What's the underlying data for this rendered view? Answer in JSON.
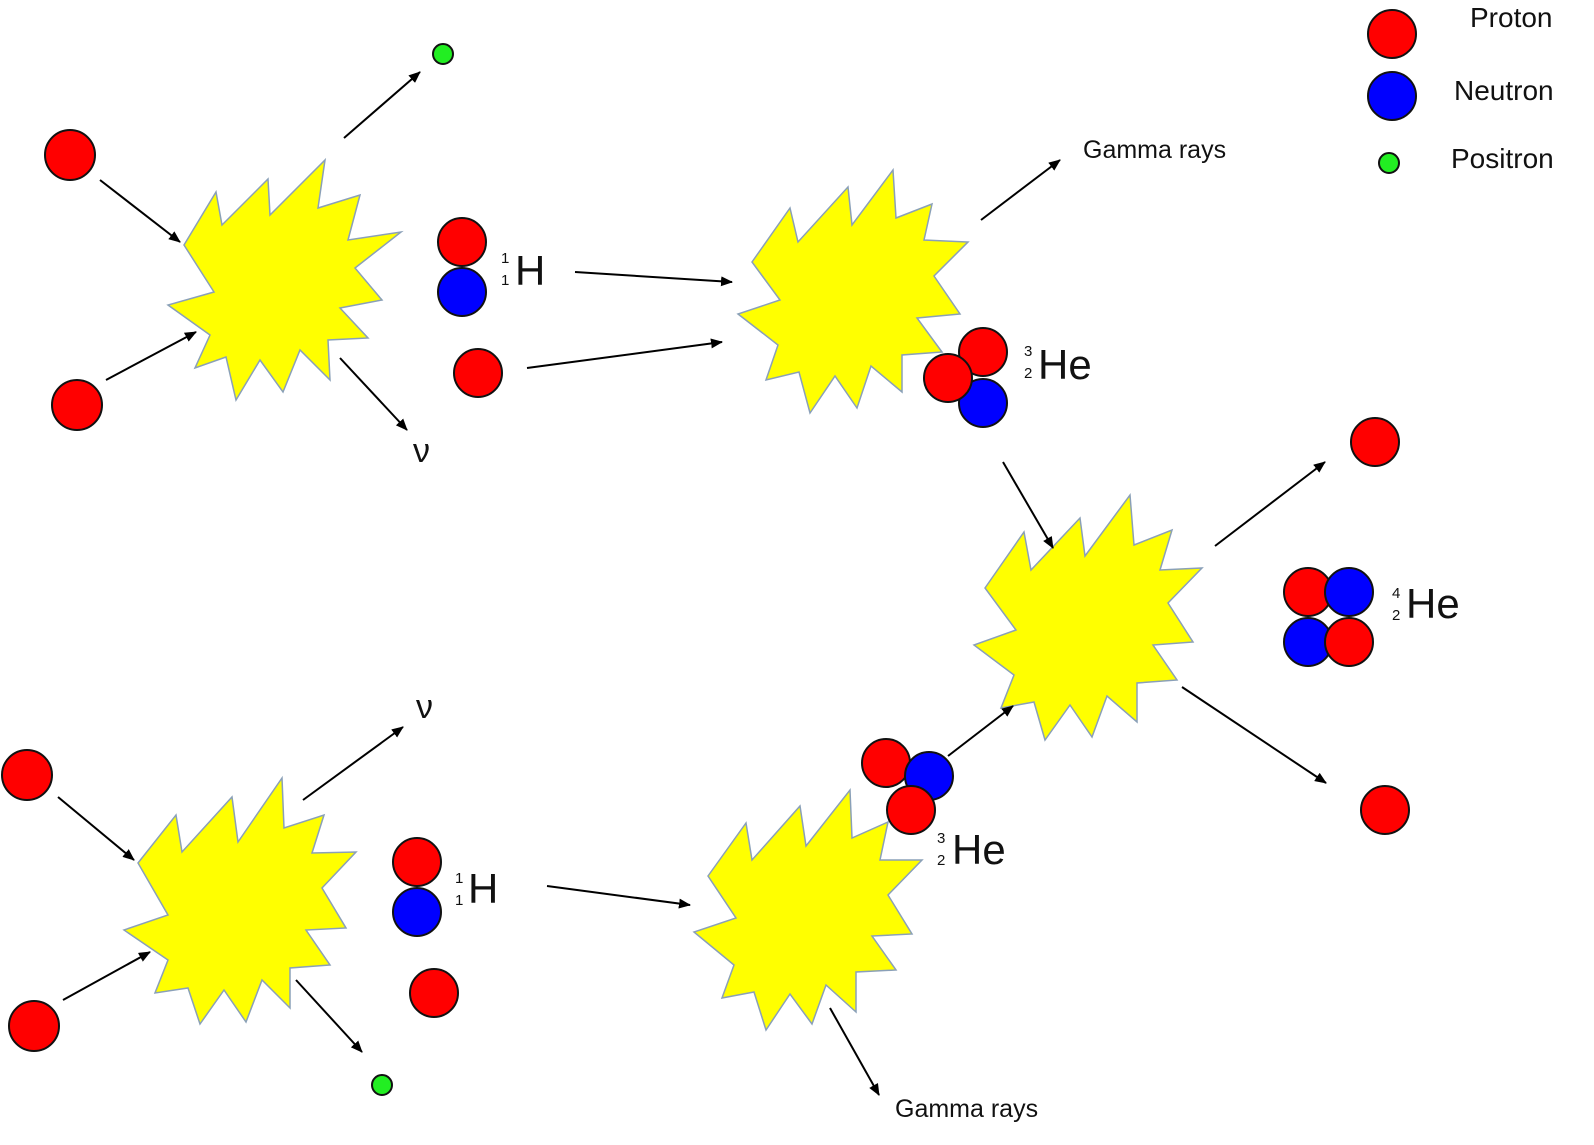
{
  "colors": {
    "proton": "#ff0000",
    "neutron": "#0000ff",
    "positron": "#22ee22",
    "burst": "#ffff00",
    "arrow": "#000000"
  },
  "legend": {
    "proton": "Proton",
    "neutron": "Neutron",
    "positron": "Positron"
  },
  "labels": {
    "gamma_rays": "Gamma rays",
    "neutrino": "ν"
  },
  "nuclides": {
    "hydrogen": {
      "symbol": "H",
      "mass": "1",
      "atomic": "1"
    },
    "helium3": {
      "symbol": "He",
      "mass": "3",
      "atomic": "2"
    },
    "helium4": {
      "symbol": "He",
      "mass": "4",
      "atomic": "2"
    }
  }
}
